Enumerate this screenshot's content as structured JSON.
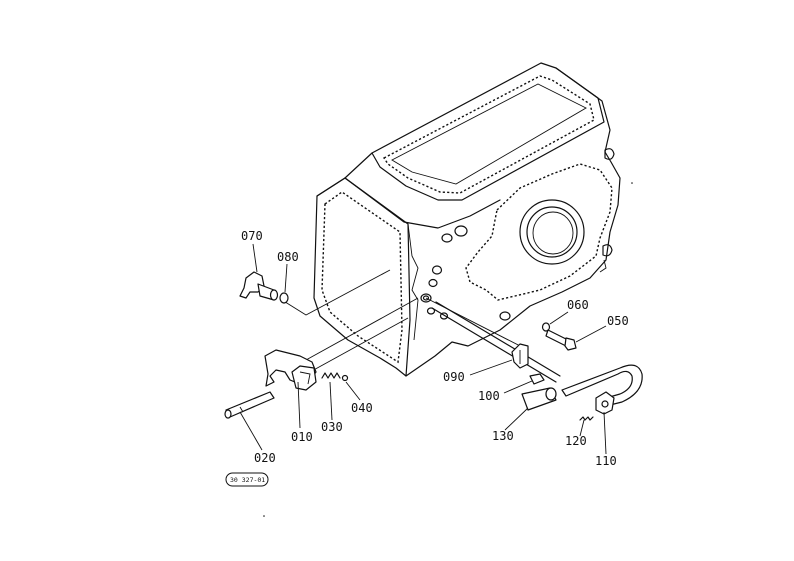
{
  "callouts": {
    "p010": "010",
    "p020": "020",
    "p030": "030",
    "p040": "040",
    "p050": "050",
    "p060": "060",
    "p070": "070",
    "p080": "080",
    "p090": "090",
    "p100": "100",
    "p110": "110",
    "p120": "120",
    "p130": "130"
  },
  "stamp": "30 327-01"
}
